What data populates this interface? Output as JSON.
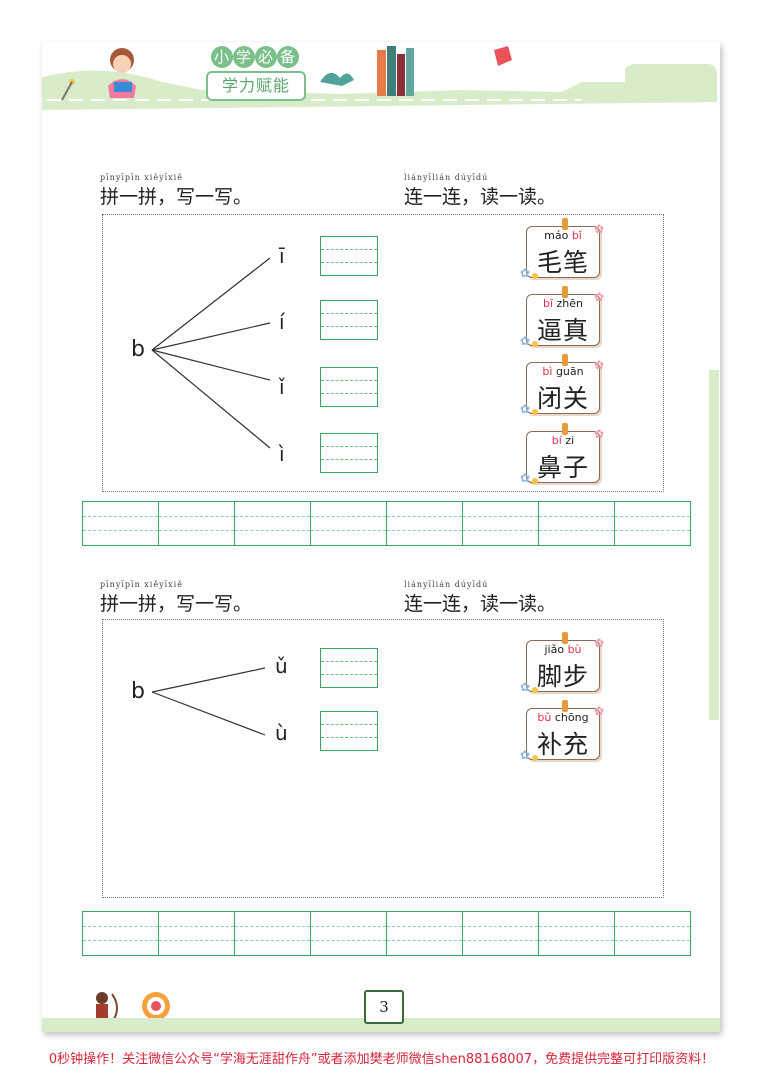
{
  "header": {
    "brand_top": "小学必备",
    "brand_bottom": "学力赋能"
  },
  "section1": {
    "left_pinyin": "pīnyīpīn  xiěyīxiě",
    "left_title": "拼一拼，写一写。",
    "right_pinyin": "liányīlián  dúyīdú",
    "right_title": "连一连，读一读。",
    "initial": "b",
    "tones": [
      "ī",
      "í",
      "ǐ",
      "ì"
    ],
    "cards": [
      {
        "py1": "máo",
        "py2": "bǐ",
        "hz": "毛笔"
      },
      {
        "py1": "bī",
        "py2": "zhēn",
        "hz": "逼真"
      },
      {
        "py1": "bì",
        "py2": "guān",
        "hz": "闭关"
      },
      {
        "py1": "bí",
        "py2": "zi",
        "hz": "鼻子"
      }
    ]
  },
  "section2": {
    "left_pinyin": "pīnyīpīn  xiěyīxiě",
    "left_title": "拼一拼，写一写。",
    "right_pinyin": "liányīlián  dúyīdú",
    "right_title": "连一连，读一读。",
    "initial": "b",
    "tones": [
      "ǔ",
      "ù"
    ],
    "cards": [
      {
        "py1": "jiǎo",
        "py2": "bù",
        "hz": "脚步"
      },
      {
        "py1": "bǔ",
        "py2": "chōng",
        "hz": "补充"
      }
    ]
  },
  "page_number": "3",
  "footer": "0秒钟操作！关注微信公众号“学海无涯甜作舟”或者添加樊老师微信shen88168007，免费提供完整可打印版资料！",
  "colors": {
    "accent_green": "#3aa364",
    "red": "#e0334a",
    "band": "#d9ecc9"
  }
}
